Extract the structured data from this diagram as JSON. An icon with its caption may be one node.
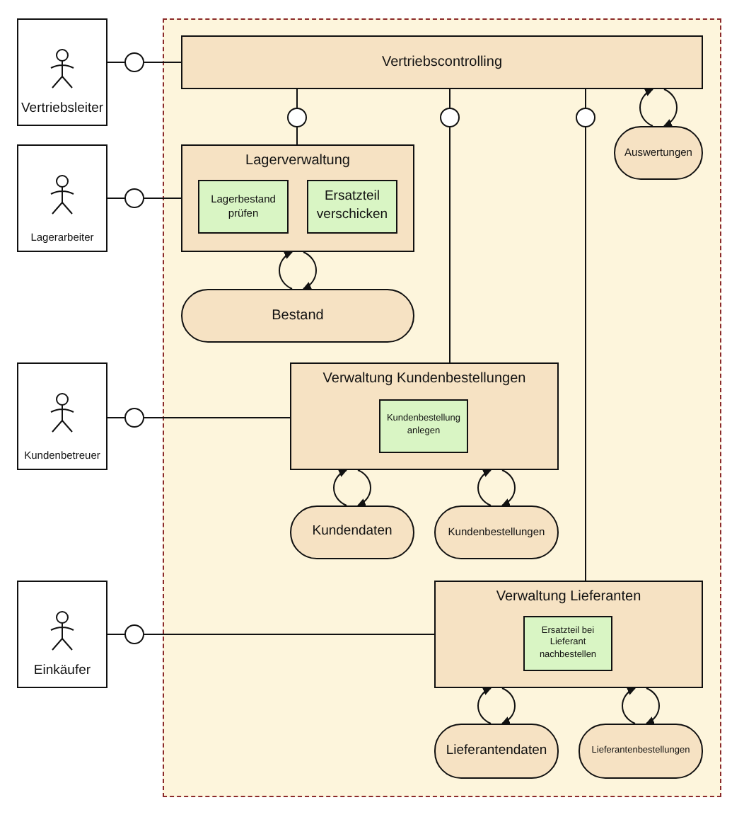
{
  "diagram": {
    "nodes": [
      {
        "text": [],
        "shape": "box"
      },
      {
        "text": [
          "Vertriebsleiter"
        ]
      },
      {
        "text": [],
        "shape": "circle"
      },
      {
        "text": [
          "Vertriebscontrolling"
        ],
        "in": 0
      },
      {
        "text": [],
        "shape": "circle",
        "in": 0
      },
      {
        "text": [],
        "shape": "circle",
        "in": 0
      },
      {
        "text": [],
        "shape": "circle",
        "in": 0
      },
      {
        "text": [
          "Auswertungen"
        ],
        "in": 0
      },
      {
        "text": [
          "Lagerarbeiter"
        ]
      },
      {
        "text": [],
        "shape": "circle"
      },
      {
        "text": [
          "Lagerverwaltung"
        ],
        "in": 0
      },
      {
        "text": [
          "Lagerbestand prüfen"
        ],
        "in": 10
      },
      {
        "text": [
          "Ersatzteil verschicken"
        ],
        "in": 10
      },
      {
        "text": [
          "Bestand"
        ],
        "in": 0
      },
      {
        "text": [
          "Kundenbetreuer"
        ]
      },
      {
        "text": [],
        "shape": "circle"
      },
      {
        "text": [
          "Verwaltung Kundenbestellungen"
        ],
        "in": 0
      },
      {
        "text": [
          "Kundenbestellung anlegen"
        ],
        "in": 16
      },
      {
        "text": [
          "Kundendaten"
        ],
        "in": 0
      },
      {
        "text": [
          "Kundenbestellungen"
        ],
        "in": 0
      },
      {
        "text": [
          "Einkäufer"
        ]
      },
      {
        "text": [],
        "shape": "circle"
      },
      {
        "text": [
          "Verwaltung Lieferanten"
        ],
        "in": 0
      },
      {
        "text": [
          "Ersatzteil bei Lieferant nachbestellen"
        ],
        "in": 22
      },
      {
        "text": [
          "Lieferantendaten"
        ],
        "in": 0
      },
      {
        "text": [
          "Lieferantenbestellungen"
        ],
        "in": 0
      }
    ],
    "edges": [
      {
        "from": 1,
        "to": 2,
        "arrow": "none"
      },
      {
        "from": 2,
        "to": 3,
        "arrow": "none"
      },
      {
        "from": 3,
        "to": 4,
        "arrow": "none"
      },
      {
        "from": 4,
        "to": 10,
        "arrow": "none"
      },
      {
        "from": 3,
        "to": 5,
        "arrow": "none"
      },
      {
        "from": 5,
        "to": 16,
        "arrow": "none"
      },
      {
        "from": 3,
        "to": 6,
        "arrow": "none"
      },
      {
        "from": 6,
        "to": 22,
        "arrow": "none"
      },
      {
        "from": 8,
        "to": 9,
        "arrow": "none"
      },
      {
        "from": 9,
        "to": 10,
        "arrow": "none"
      },
      {
        "from": 14,
        "to": 15,
        "arrow": "none"
      },
      {
        "from": 15,
        "to": 16,
        "arrow": "none"
      },
      {
        "from": 20,
        "to": 21,
        "arrow": "none"
      },
      {
        "from": 21,
        "to": 22,
        "arrow": "none"
      },
      {
        "from": 7,
        "to": 3,
        "arrow": "to"
      },
      {
        "from": 3,
        "to": 7,
        "arrow": "to"
      },
      {
        "from": 13,
        "to": 10,
        "arrow": "to"
      },
      {
        "from": 10,
        "to": 13,
        "arrow": "to"
      },
      {
        "from": 18,
        "to": 16,
        "arrow": "to"
      },
      {
        "from": 16,
        "to": 18,
        "arrow": "to"
      },
      {
        "from": 19,
        "to": 16,
        "arrow": "to"
      },
      {
        "from": 16,
        "to": 19,
        "arrow": "to"
      },
      {
        "from": 24,
        "to": 22,
        "arrow": "to"
      },
      {
        "from": 22,
        "to": 24,
        "arrow": "to"
      },
      {
        "from": 25,
        "to": 22,
        "arrow": "to"
      },
      {
        "from": 22,
        "to": 25,
        "arrow": "to"
      }
    ]
  }
}
